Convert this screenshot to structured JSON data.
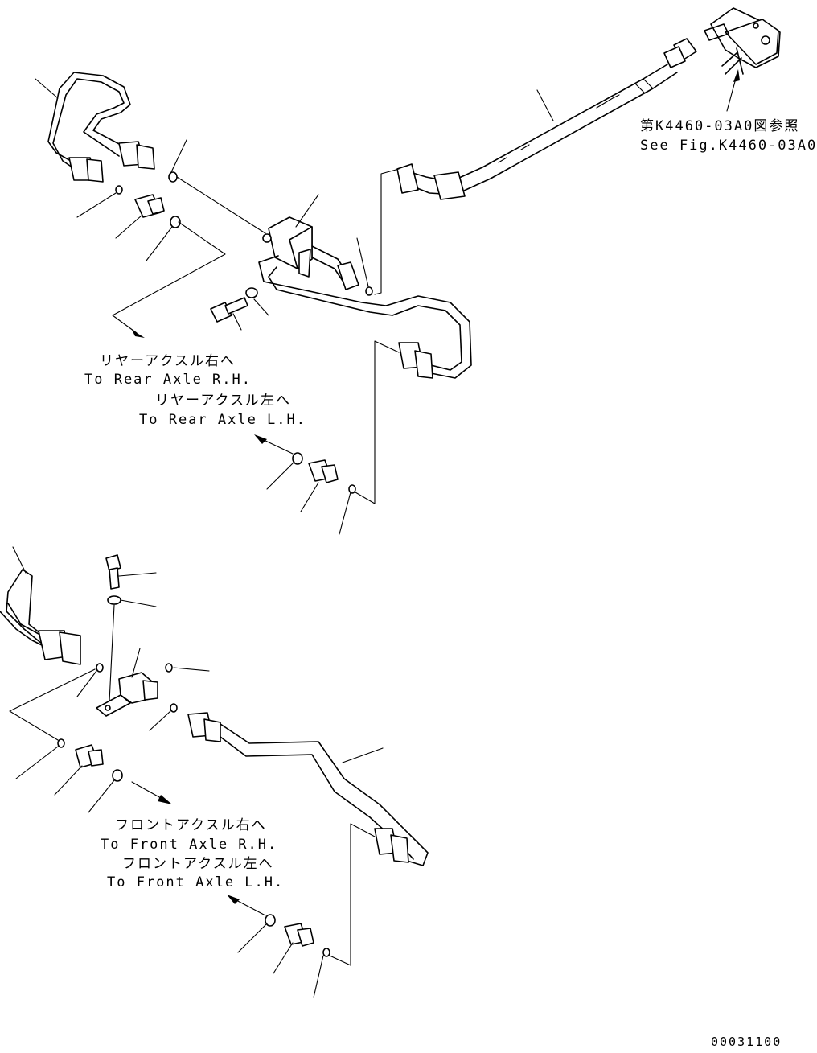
{
  "labels": {
    "ref_fig_jp": "第K4460-03A0図参照",
    "ref_fig_en": "See Fig.K4460-03A0",
    "rear_rh_jp": "リヤーアクスル右へ",
    "rear_rh_en": "To Rear Axle R.H.",
    "rear_lh_jp": "リヤーアクスル左へ",
    "rear_lh_en": "To Rear Axle L.H.",
    "front_rh_jp": "フロントアクスル右へ",
    "front_rh_en": "To Front Axle R.H.",
    "front_lh_jp": "フロントアクスル左へ",
    "front_lh_en": "To Front Axle L.H.",
    "drawing_number": "00031100"
  }
}
